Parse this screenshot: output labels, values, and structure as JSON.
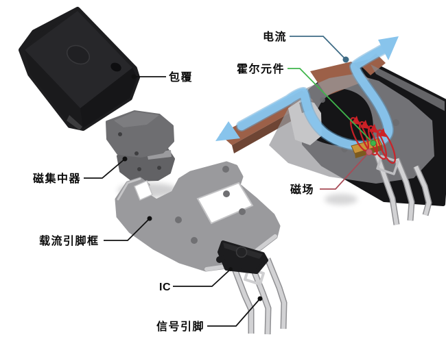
{
  "diagram": {
    "type": "exploded-view-hall-effect-current-sensor",
    "background": "#ffffff",
    "parts": {
      "overmold": {
        "label": "包覆"
      },
      "concentrator": {
        "label": "磁集中器"
      },
      "leadframe": {
        "label": "载流引脚框"
      },
      "ic": {
        "label": "IC"
      },
      "signal_pins": {
        "label": "信号引脚"
      }
    },
    "annotations": {
      "current": {
        "label": "电流",
        "leader_color": "#3e6b85"
      },
      "hall_element": {
        "label": "霍尔元件",
        "leader_color": "#3fb54b"
      },
      "magnetic_field": {
        "label": "磁场",
        "leader_color": "#a84a56"
      }
    },
    "colors": {
      "current_arrow": "#88c4ec",
      "field_lines": "#cc2127",
      "copper_conductor": "#9c6048",
      "hall_chip": "#c9953a",
      "black_plastic": "#1d1d1f",
      "metal_gray": "#9a9a9d",
      "label_text": "#0a0a0a"
    }
  }
}
